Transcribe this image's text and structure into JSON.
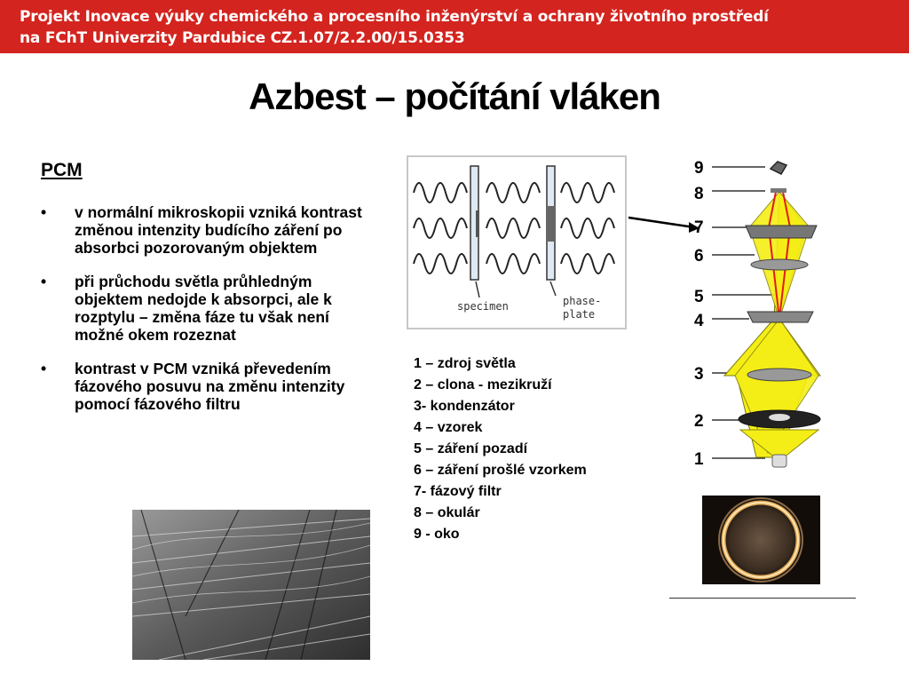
{
  "banner": {
    "line1": "Projekt Inovace výuky chemického a procesního inženýrství a ochrany životního prostředí",
    "line2": "na FChT Univerzity Pardubice CZ.1.07/2.2.00/15.0353"
  },
  "title": "Azbest – počítání vláken",
  "section": {
    "heading": "PCM",
    "bullets": [
      "v normální mikroskopii vzniká kontrast změnou intenzity budícího záření po absorbci pozorovaným objektem",
      "při průchodu světla průhledným objektem nedojde k absorpci, ale k rozptylu – změna fáze tu však není možné okem rozeznat",
      "kontrast v PCM vzniká převedením fázového posuvu na  změnu intenzity pomocí fázového filtru"
    ]
  },
  "wave_figure": {
    "specimen_label": "specimen",
    "phase_plate_label": "phase-\nplate"
  },
  "legend": [
    "1 – zdroj světla",
    "2 – clona - mezikruží",
    "3- kondenzátor",
    "4 – vzorek",
    "5 – záření pozadí",
    "6 – záření prošlé vzorkem",
    "7- fázový filtr",
    "8 – okulár",
    "9 - oko"
  ],
  "scope_numbers": [
    "9",
    "8",
    "7",
    "6",
    "5",
    "4",
    "3",
    "2",
    "1"
  ],
  "colors": {
    "banner": "#d3241f",
    "beam_yellow": "#f5ee16",
    "beam_red": "#e31b1b"
  }
}
